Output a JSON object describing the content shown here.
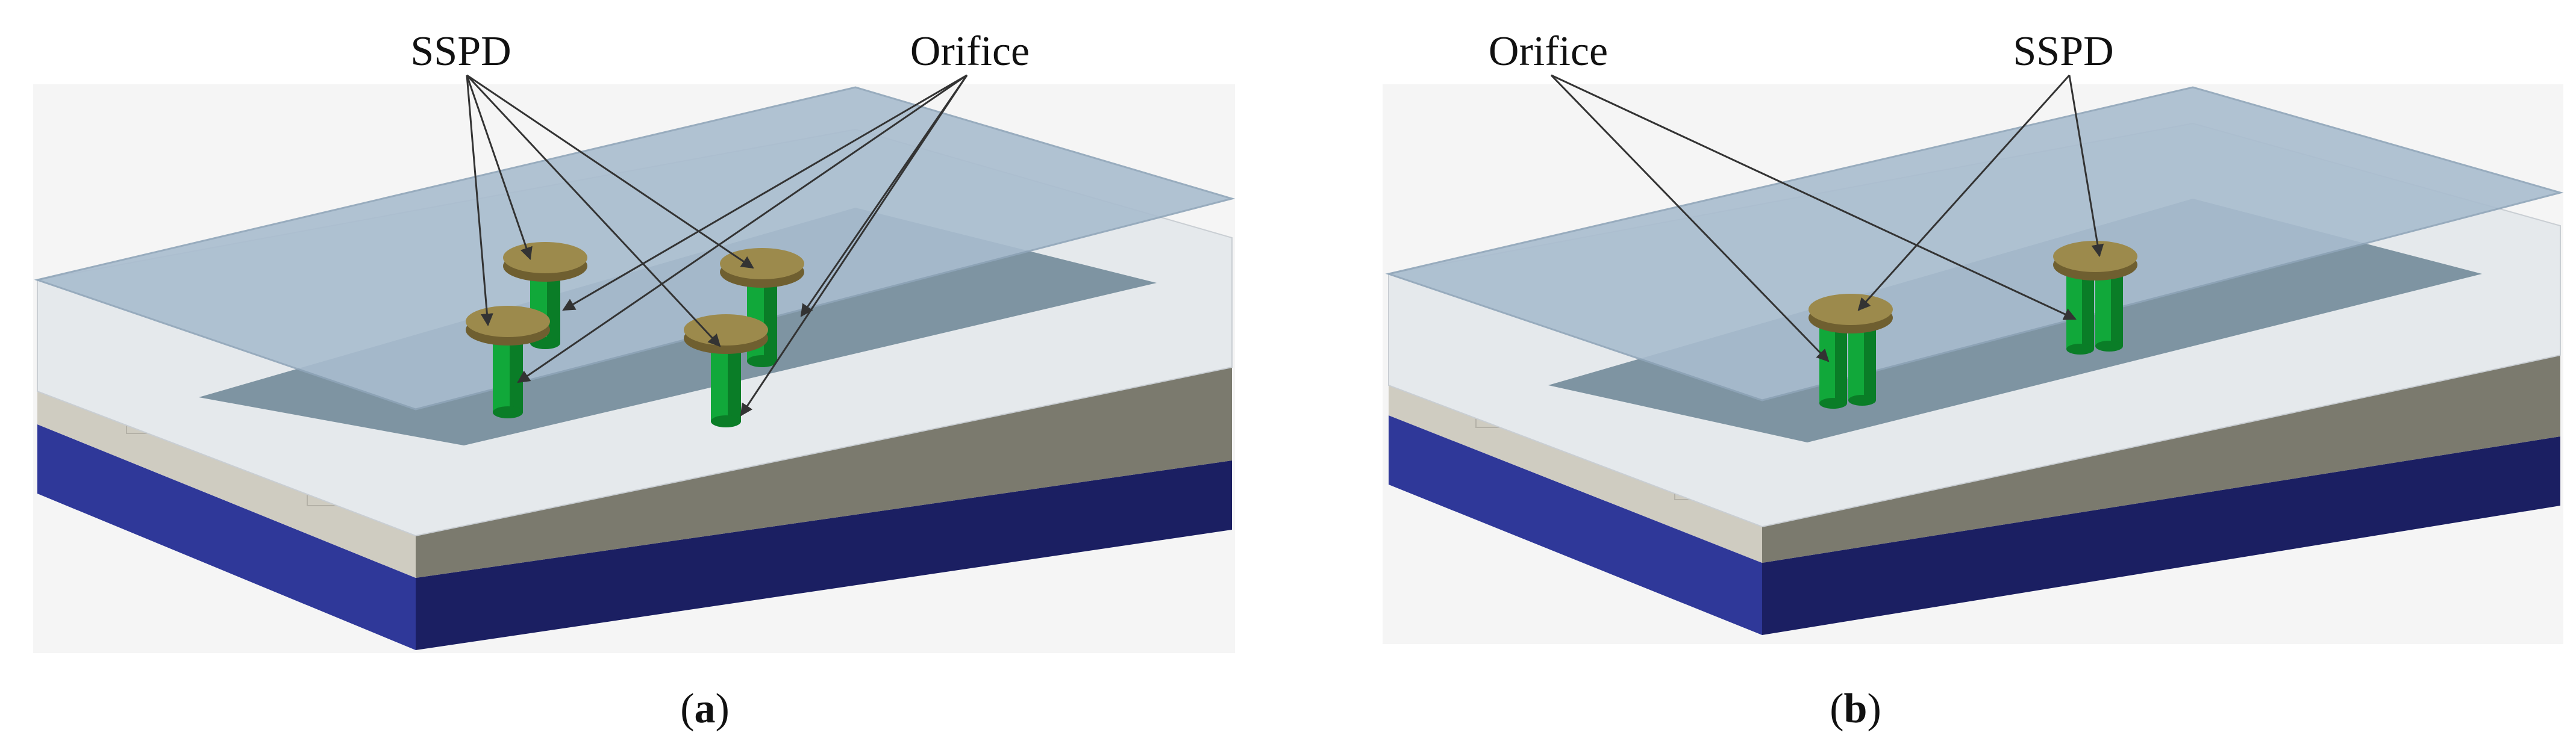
{
  "colors": {
    "panel_bg": "#f5f5f5",
    "water": "#a9bdcf",
    "water_edge": "#8fa5b9",
    "water_side": "#e5e9ec",
    "subsurface_top": "#6f8897",
    "soil_top": "#c2bfb2",
    "soil_front": "#cfccc1",
    "soil_right": "#7b7a6e",
    "base_front": "#2f3899",
    "base_right": "#1b1f62",
    "pipe": "#11a83a",
    "pipe_dark": "#0a7d27",
    "cap": "#9c8a4c",
    "cap_dark": "#6f5f30",
    "arrow": "#333333"
  },
  "panels": [
    {
      "id": "a",
      "caption": "a",
      "labels": {
        "left": "SSPD",
        "right": "Orifice"
      }
    },
    {
      "id": "b",
      "caption": "b",
      "labels": {
        "left": "Orifice",
        "right": "SSPD"
      }
    }
  ]
}
